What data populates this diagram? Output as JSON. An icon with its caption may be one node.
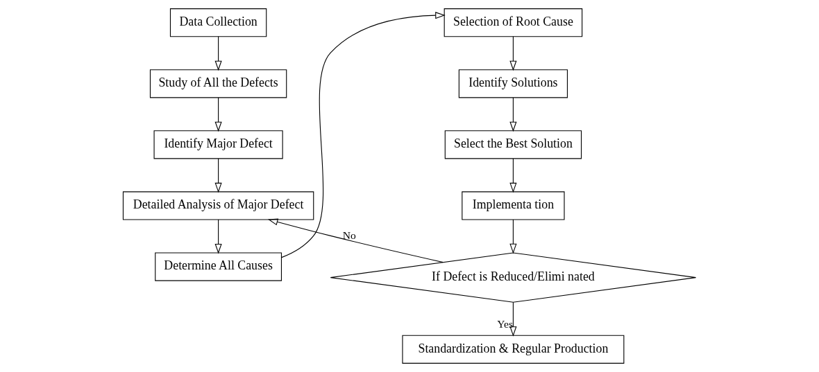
{
  "diagram": {
    "nodes": [
      {
        "text": [
          "Data Collection"
        ]
      },
      {
        "text": [
          "Study of All the Defects"
        ]
      },
      {
        "text": [
          "Identify Major Defect"
        ]
      },
      {
        "text": [
          "Detailed Analysis of Major Defect"
        ]
      },
      {
        "text": [
          "Determine All Causes"
        ]
      },
      {
        "text": [
          "Selection of Root Cause"
        ]
      },
      {
        "text": [
          "Identify Solutions"
        ]
      },
      {
        "text": [
          "Select the Best Solution"
        ]
      },
      {
        "text": [
          "Implementa tion"
        ]
      },
      {
        "text": [
          "If Defect is Reduced/Elimi nated"
        ]
      },
      {
        "text": [
          "Standardization & Regular Production"
        ]
      }
    ],
    "edges": [
      {
        "from": 0,
        "to": 1,
        "arrow": "to"
      },
      {
        "from": 1,
        "to": 2,
        "arrow": "to"
      },
      {
        "from": 2,
        "to": 3,
        "arrow": "to"
      },
      {
        "from": 3,
        "to": 4,
        "arrow": "to"
      },
      {
        "from": 4,
        "to": 5,
        "arrow": "to"
      },
      {
        "from": 5,
        "to": 6,
        "arrow": "to"
      },
      {
        "from": 6,
        "to": 7,
        "arrow": "to"
      },
      {
        "from": 7,
        "to": 8,
        "arrow": "to"
      },
      {
        "from": 8,
        "to": 9,
        "arrow": "to"
      },
      {
        "from": 9,
        "to": 10,
        "arrow": "to",
        "label": "Yes"
      },
      {
        "from": 9,
        "to": 3,
        "arrow": "to",
        "label": "No"
      }
    ]
  }
}
